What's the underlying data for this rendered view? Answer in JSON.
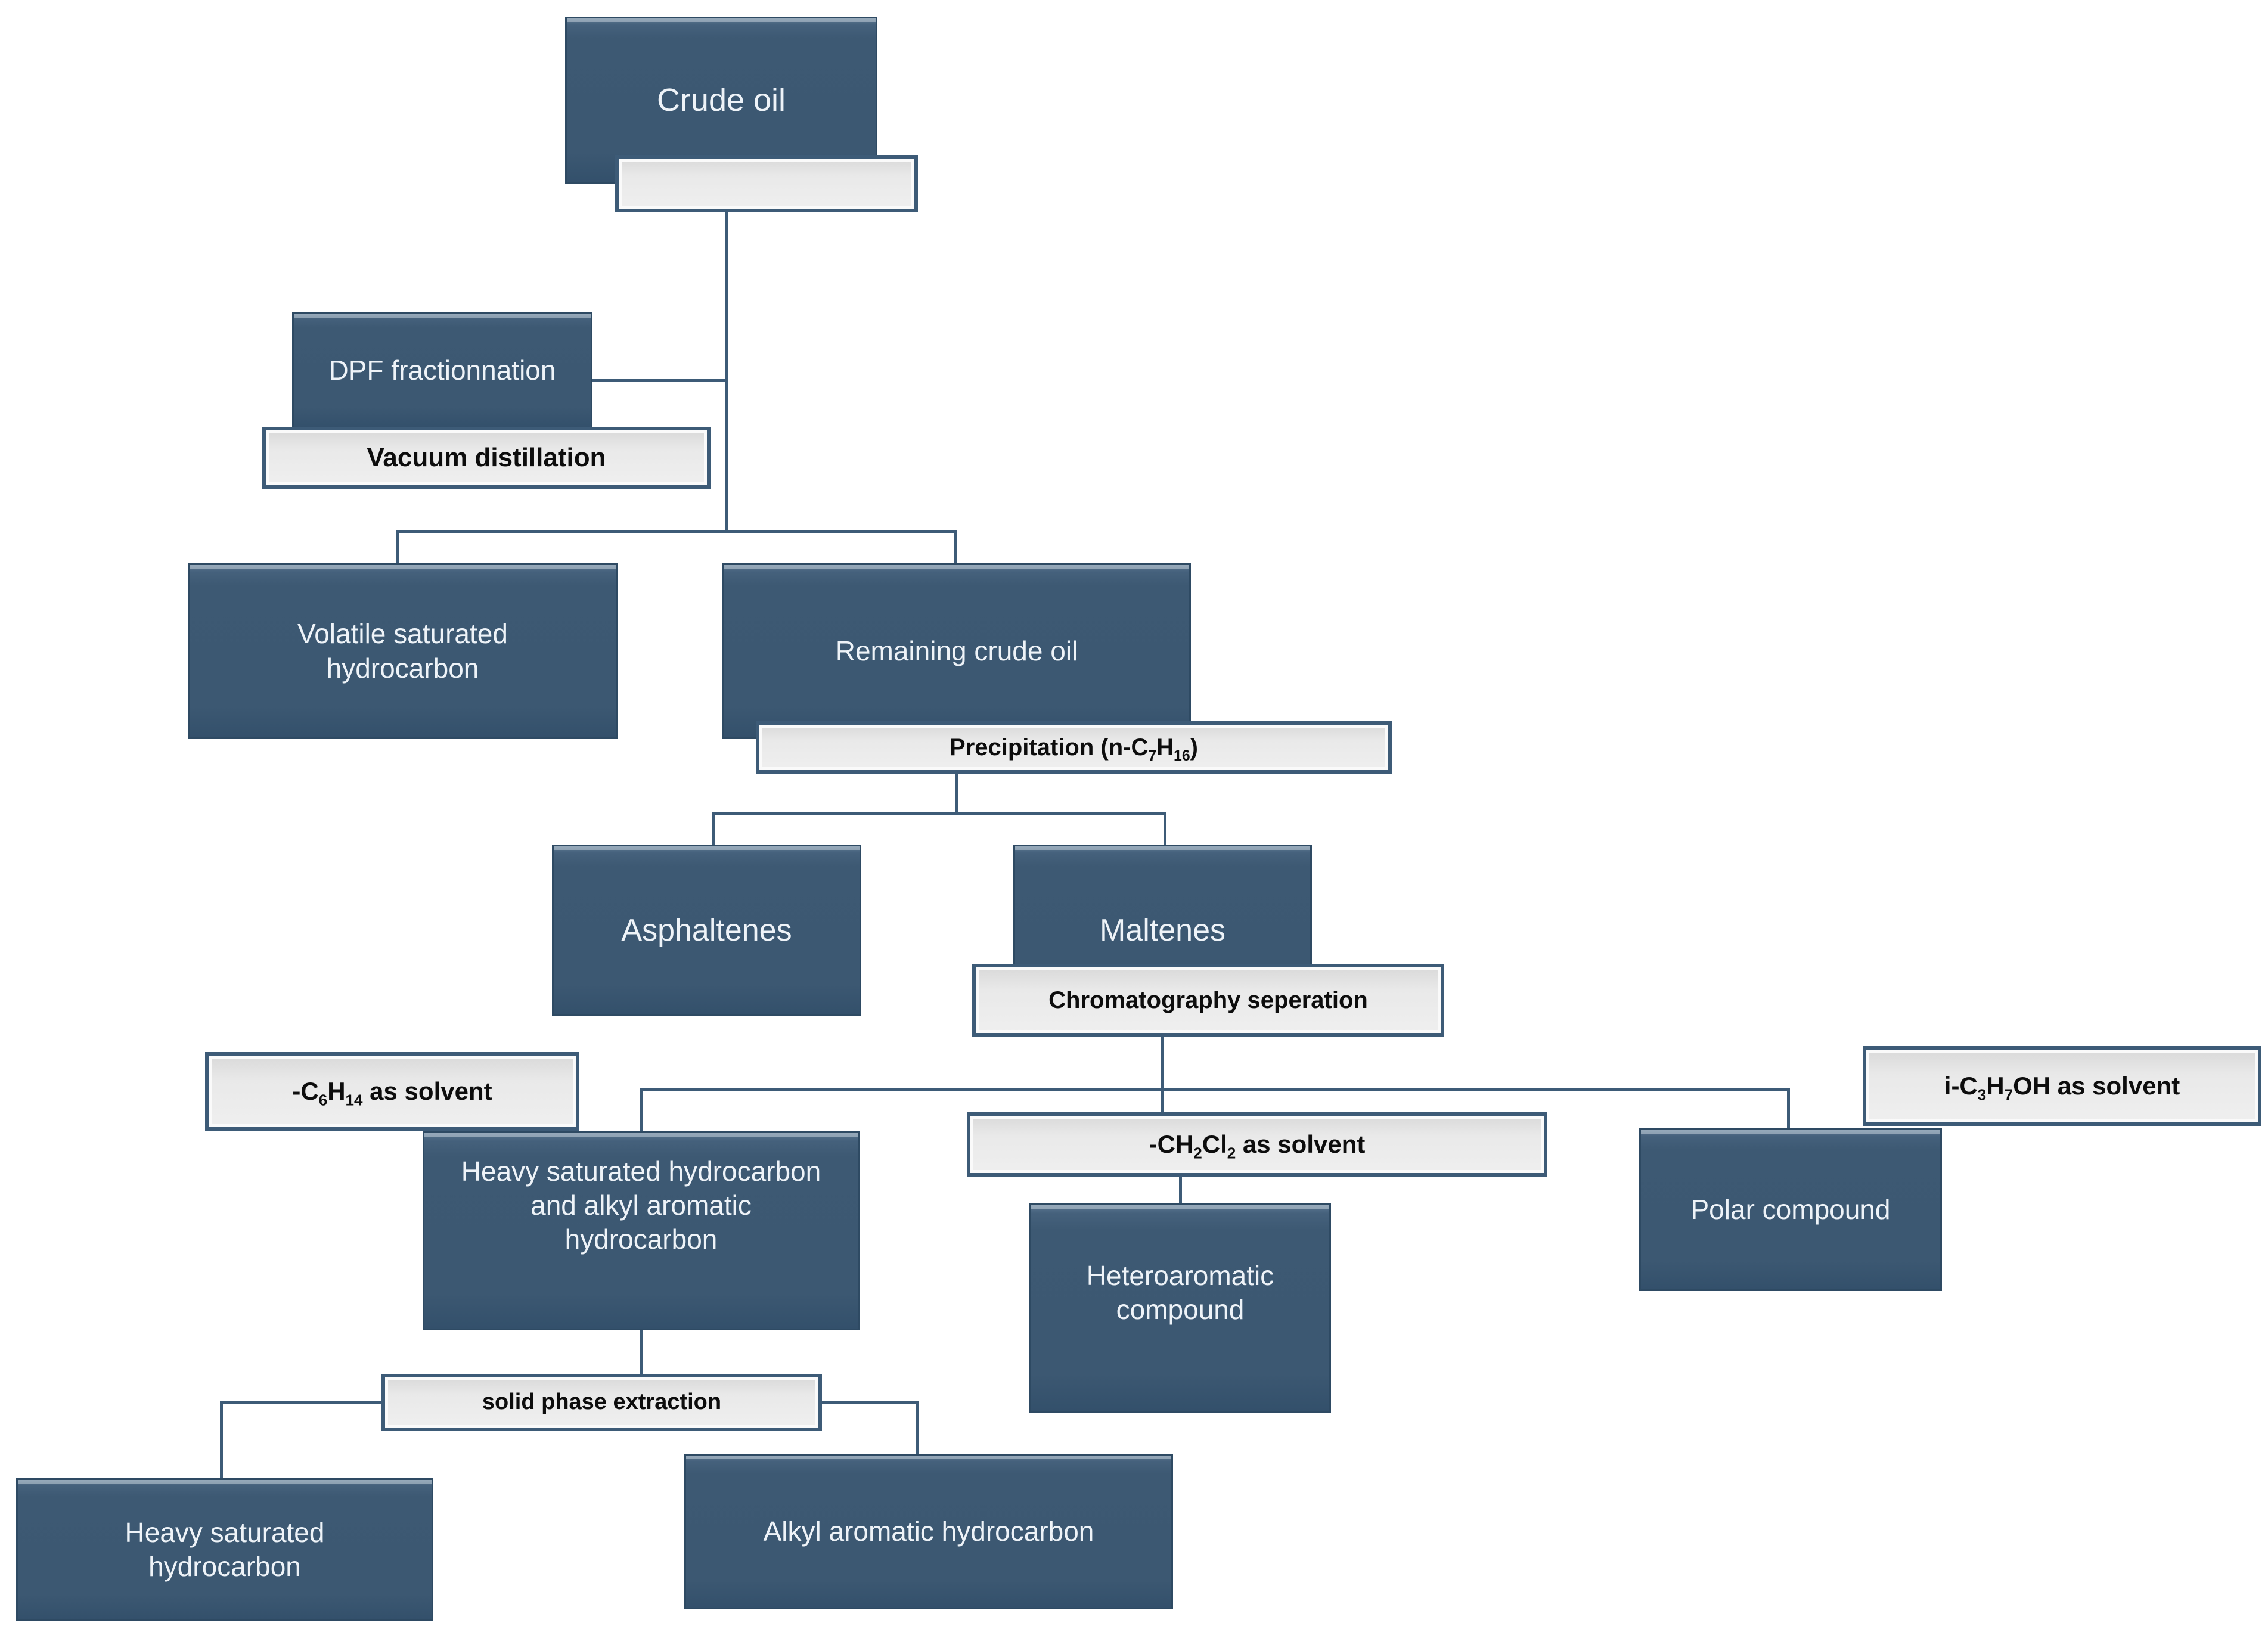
{
  "figure": {
    "type": "flowchart",
    "background": "#ffffff",
    "colors": {
      "node_fill": "#3c5872",
      "node_border": "#2e4a63",
      "node_text": "#eef3f8",
      "label_fill": "#e9e9e9",
      "label_border": "#3d5b77",
      "label_text": "#0d0d0d",
      "connector": "#3d5b77"
    },
    "nodes": {
      "crude": {
        "label": "Crude oil"
      },
      "dpf": {
        "label": "DPF fractionnation"
      },
      "volatile": {
        "label": "Volatile saturated hydrocarbon"
      },
      "remaining": {
        "label": "Remaining crude oil"
      },
      "asphaltenes": {
        "label": "Asphaltenes"
      },
      "maltenes": {
        "label": "Maltenes"
      },
      "heavy_alkyl": {
        "label": "Heavy saturated hydrocarbon and alkyl aromatic hydrocarbon"
      },
      "heteroaromatic": {
        "label": "Heteroaromatic compound"
      },
      "polar": {
        "label": "Polar compound"
      },
      "heavy_bottom": {
        "label": "Heavy saturated hydrocarbon"
      },
      "alkyl_bottom": {
        "label": "Alkyl aromatic hydrocarbon"
      }
    },
    "process_labels": {
      "blank_under_crude": {
        "text": ""
      },
      "vacuum": {
        "text": "Vacuum distillation"
      },
      "precipitation": {
        "text": "Precipitation (n-C7H16)",
        "parts": [
          {
            "t": "Precipitation (n-C"
          },
          {
            "s": "7"
          },
          {
            "t": "H"
          },
          {
            "s": "16"
          },
          {
            "t": ")"
          }
        ]
      },
      "chromatography": {
        "text": "Chromatography seperation"
      },
      "c6h14": {
        "text": "-C6H14 as solvent",
        "parts": [
          {
            "t": "-C"
          },
          {
            "s": "6"
          },
          {
            "t": "H"
          },
          {
            "s": "14"
          },
          {
            "t": " as solvent"
          }
        ]
      },
      "ch2cl2": {
        "text": "-CH2Cl2 as solvent",
        "parts": [
          {
            "t": "-CH"
          },
          {
            "s": "2"
          },
          {
            "t": "Cl"
          },
          {
            "s": "2"
          },
          {
            "t": " as solvent"
          }
        ]
      },
      "ipa": {
        "text": "i-C3H7OH as solvent",
        "parts": [
          {
            "t": "i-C"
          },
          {
            "s": "3"
          },
          {
            "t": "H"
          },
          {
            "s": "7"
          },
          {
            "t": "OH as solvent"
          }
        ]
      },
      "spe": {
        "text": "solid phase extraction"
      }
    }
  }
}
